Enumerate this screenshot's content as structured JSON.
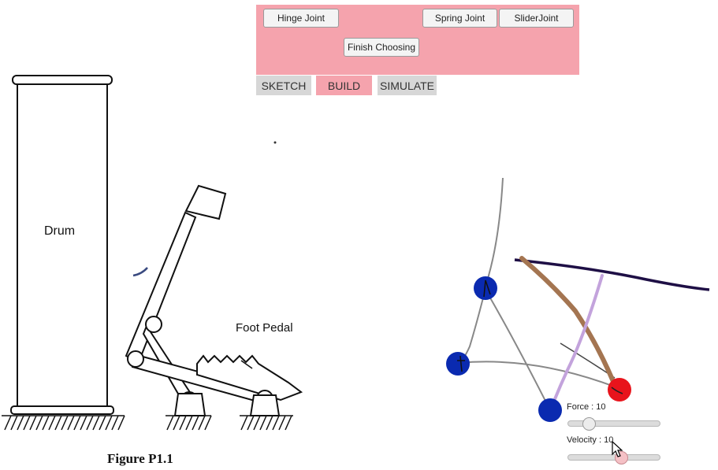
{
  "toolbar": {
    "hinge_label": "Hinge Joint",
    "spring_label": "Spring Joint",
    "slider_label": "SliderJoint",
    "finish_label": "Finish Choosing",
    "background_color": "#f5a3ad"
  },
  "tabs": [
    {
      "label": "SKETCH",
      "active": false
    },
    {
      "label": "BUILD",
      "active": true
    },
    {
      "label": "SIMULATE",
      "active": false
    }
  ],
  "figure": {
    "drum_label": "Drum",
    "pedal_label": "Foot Pedal",
    "caption": "Figure P1.1"
  },
  "controls": {
    "force_label": "Force : 10",
    "force_value": 10,
    "velocity_label": "Velocity : 10",
    "velocity_value": 10
  },
  "colors": {
    "hinge_node": "#0a2ab0",
    "active_node": "#e8141c",
    "brown_stroke": "#a47551",
    "lilac_stroke": "#c3a3dc",
    "dark_stroke": "#1e0f45"
  },
  "icons": {
    "cursor": "mouse-pointer-icon"
  }
}
